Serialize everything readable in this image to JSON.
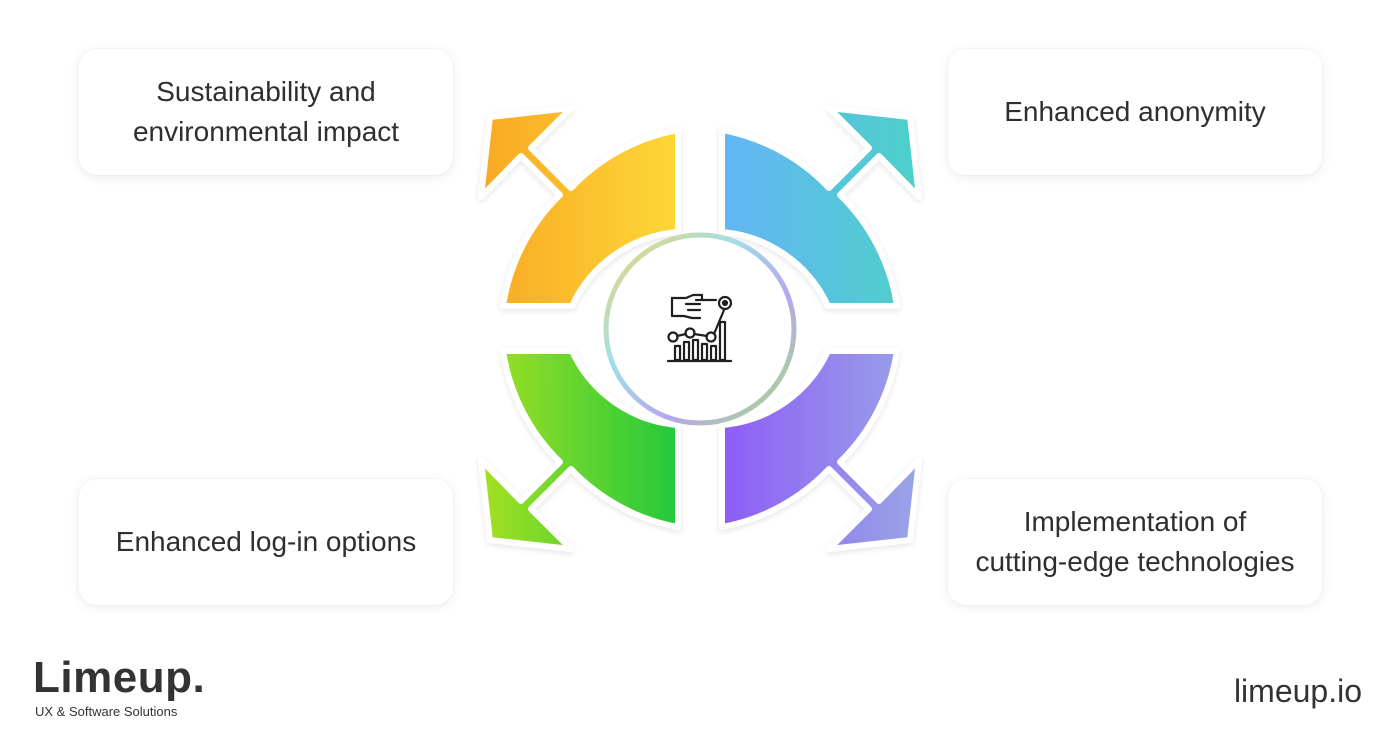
{
  "cards": {
    "top_left": "Sustainability and\nenvironmental impact",
    "top_right": "Enhanced anonymity",
    "bottom_left": "Enhanced log-in options",
    "bottom_right": "Implementation of\ncutting-edge technologies"
  },
  "center_icon": "hand-pointing-chart-icon",
  "arrow_colors": {
    "top_left": [
      "#f9a825",
      "#fdd835"
    ],
    "top_right": [
      "#64b5f6",
      "#4dd0c8"
    ],
    "bottom_left": [
      "#a4e022",
      "#22c93c"
    ],
    "bottom_right": [
      "#8e5cf7",
      "#9aa5e6"
    ]
  },
  "brand": {
    "name": "Limeup.",
    "tagline": "UX & Software Solutions",
    "website": "limeup.io"
  }
}
